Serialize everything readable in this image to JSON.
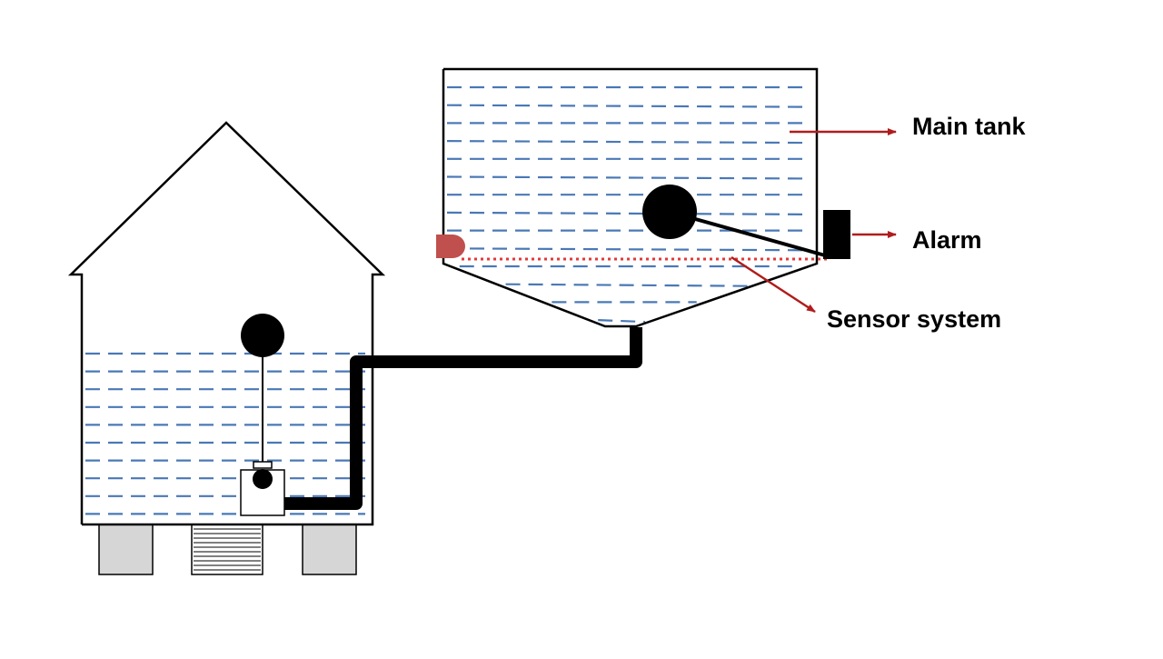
{
  "labels": {
    "main_tank": "Main tank",
    "alarm": "Alarm",
    "sensor_system": "Sensor system"
  },
  "colors": {
    "outline": "#000000",
    "water_dash": "#4a78b5",
    "arrow": "#b01c1c",
    "sensor_beam": "#e23a3a",
    "sensor_emitter": "#c0504d",
    "pipe": "#000000",
    "stilt_fill": "#d6d6d6"
  }
}
